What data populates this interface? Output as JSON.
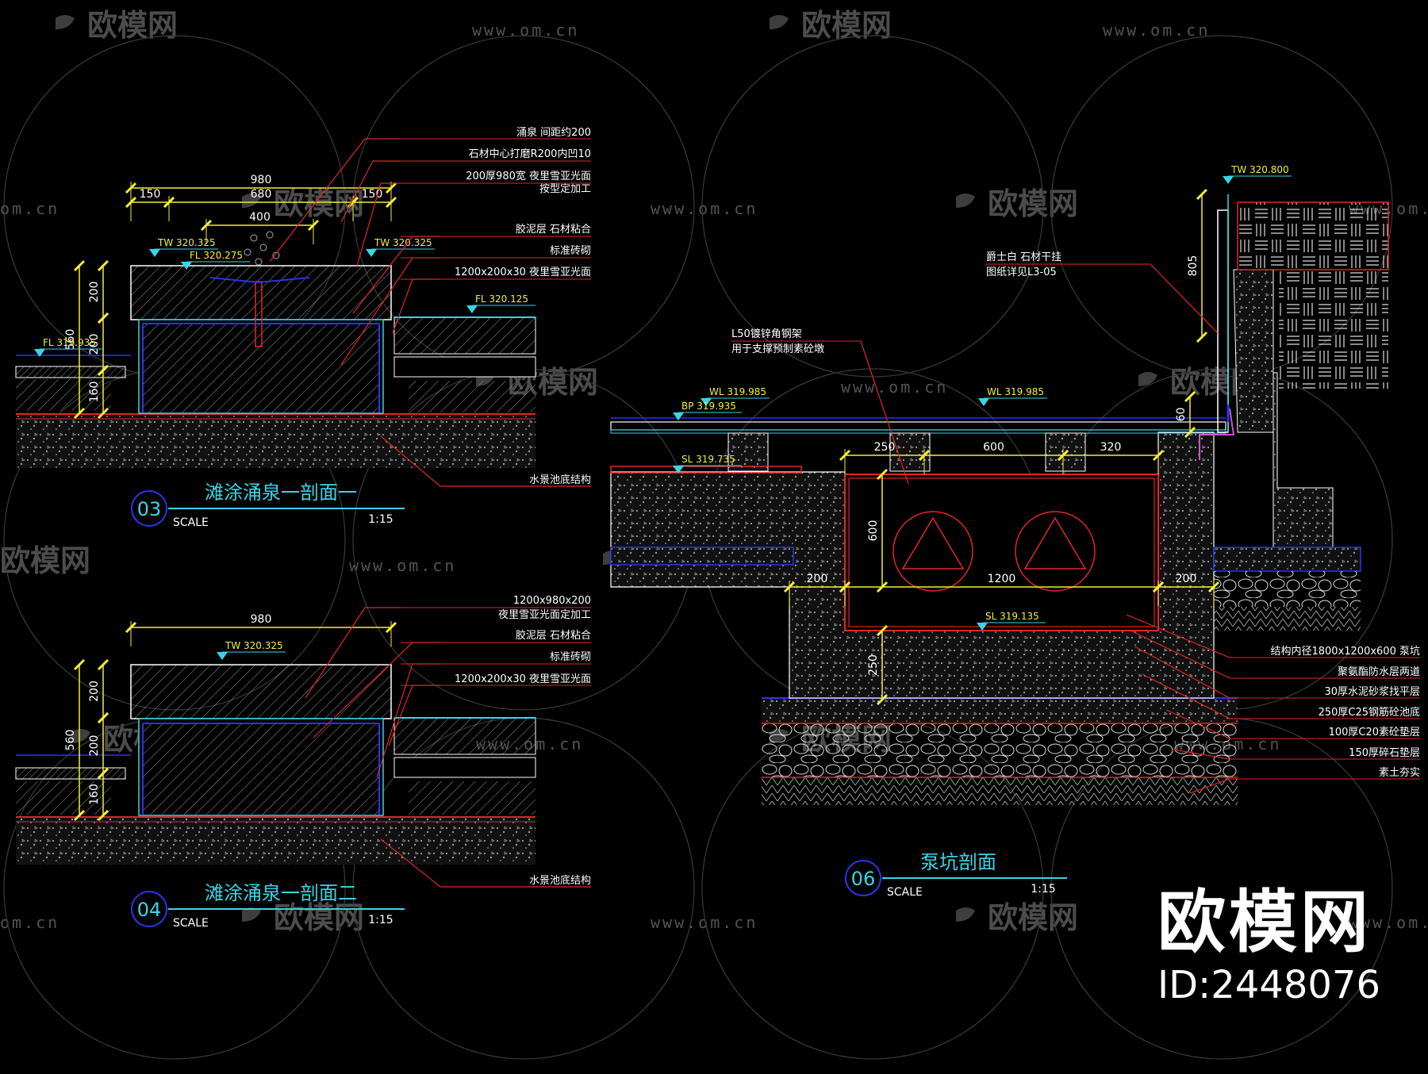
{
  "watermark": {
    "logo": "欧模网",
    "url": "www.om.cn",
    "url_short": "om.cn"
  },
  "brand": {
    "name": "欧模网",
    "id": "ID:2448076"
  },
  "colors": {
    "cyan": "#37d6e6",
    "green": "#39e85a",
    "yellow": "#f2ee3a",
    "red": "#e22626",
    "blue": "#2a34e8",
    "white": "#ffffff"
  },
  "sec03": {
    "number": "03",
    "title": "滩涂涌泉一剖面一",
    "scale_label": "SCALE",
    "scale": "1:15",
    "dims": {
      "total": "980",
      "left": "150",
      "mid": "680",
      "right": "150",
      "inner": "400",
      "h200a": "200",
      "h200b": "200",
      "h160": "160",
      "h560": "560"
    },
    "levels": {
      "tw_l": "TW 320.325",
      "fl_c": "FL 320.275",
      "tw_r": "TW 320.325",
      "fl_r": "FL 320.125",
      "fl_l": "FL 319.935"
    },
    "notes": [
      "涌泉 间距约200",
      "石材中心打磨R200内凹10",
      "200厚980宽 夜里雪亚光面",
      "按型定加工",
      "胶泥层 石材粘合",
      "标准砖砌",
      "1200x200x30 夜里雪亚光面"
    ],
    "base_note": "水景池底结构"
  },
  "sec04": {
    "number": "04",
    "title": "滩涂涌泉一剖面二",
    "scale_label": "SCALE",
    "scale": "1:15",
    "dims": {
      "total": "980",
      "h200a": "200",
      "h200b": "200",
      "h160": "160",
      "h560": "560"
    },
    "levels": {
      "tw": "TW 320.325"
    },
    "notes": [
      "1200x980x200",
      "夜里雪亚光面定加工",
      "胶泥层 石材粘合",
      "标准砖砌",
      "1200x200x30 夜里雪亚光面"
    ],
    "base_note": "水景池底结构"
  },
  "sec06": {
    "number": "06",
    "title": "泵坑剖面",
    "scale_label": "SCALE",
    "scale": "1:15",
    "dims": {
      "d250a": "250",
      "d600": "600",
      "d320": "320",
      "h600": "600",
      "d200a": "200",
      "d1200": "1200",
      "d200b": "200",
      "h250": "250",
      "h805": "805",
      "h60": "60"
    },
    "levels": {
      "tw": "TW 320.800",
      "wl_l": "WL 319.985",
      "bp": "BP 319.935",
      "wl_r": "WL 319.985",
      "sl_l": "SL 319.735",
      "sl_c": "SL 319.135"
    },
    "top_notes": [
      "爵士白 石材干挂",
      "图纸详见L3-05"
    ],
    "steel_notes": [
      "L50镀锌角钢架",
      "用于支撑预制素砼墩"
    ],
    "layer_notes": [
      "结构内径1800x1200x600 泵坑",
      "聚氨酯防水层两道",
      "30厚水泥砂浆找平层",
      "250厚C25钢筋砼池底",
      "100厚C20素砼垫层",
      "150厚碎石垫层",
      "素土夯实"
    ]
  }
}
